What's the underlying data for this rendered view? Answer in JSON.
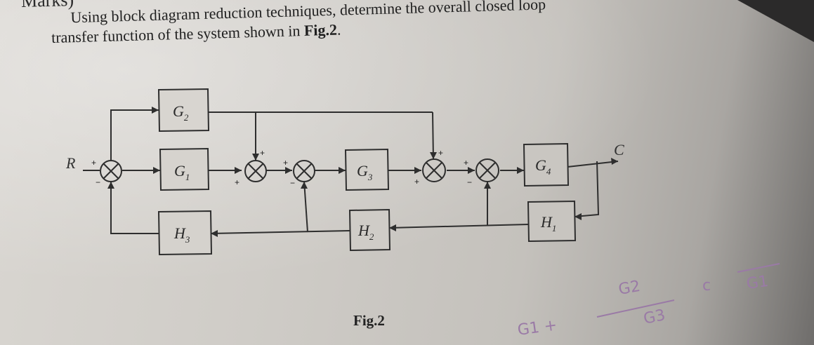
{
  "header_fragment": "Marks)",
  "question": {
    "line1": "Using block diagram reduction techniques, determine the overall closed loop",
    "line2_prefix": "transfer function of the system shown in ",
    "line2_ref": "Fig.2",
    "line2_suffix": "."
  },
  "diagram": {
    "input_label": "R",
    "output_label": "C",
    "blocks": {
      "g1": "G1",
      "g2": "G2",
      "g3": "G3",
      "g4": "G4",
      "h1": "H1",
      "h2": "H2",
      "h3": "H3"
    },
    "signs": {
      "plus": "+",
      "minus": "−"
    },
    "caption": "Fig.2"
  },
  "handwriting": {
    "left": "G1 +",
    "numerator": "G2",
    "denominator": "G3",
    "right": "G1"
  },
  "colors": {
    "ink": "#2a2a2a",
    "pencil": "#9a7aa6"
  }
}
